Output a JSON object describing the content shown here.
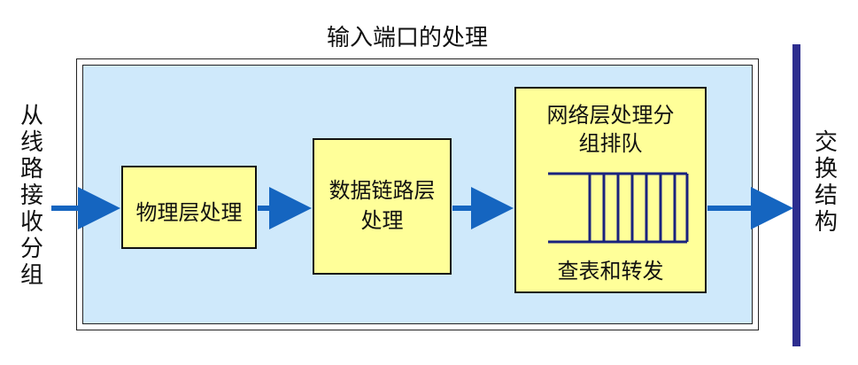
{
  "title": "输入端口的处理",
  "input_label": "从线路接收分组",
  "output_label": "交换结构",
  "blocks": {
    "physical": "物理层处理",
    "datalink": "数据链路层处理",
    "network_title": "网络层处理分组排队",
    "lookup": "查表和转发"
  },
  "colors": {
    "panel": "#cfe9fb",
    "block": "#ffff99",
    "arrow": "#1565c0",
    "bar": "#2d2d8f"
  }
}
